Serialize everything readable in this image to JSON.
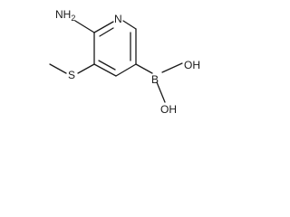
{
  "structure": {
    "atom_labels": {
      "amino": "NH",
      "amino_subscript": "2",
      "ring_nitrogen": "N",
      "sulfur": "S",
      "boron": "B",
      "hydroxyl_top": "OH",
      "hydroxyl_bottom": "OH"
    }
  }
}
